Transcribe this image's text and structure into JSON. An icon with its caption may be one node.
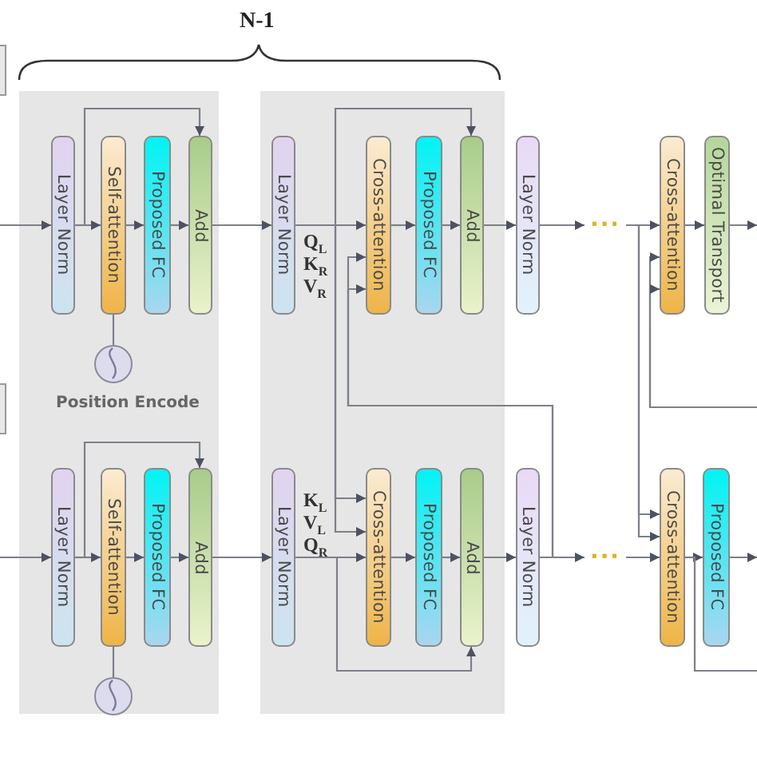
{
  "diagram": {
    "nodes": [
      {
        "text": [],
        "shape": "box"
      },
      {
        "text": [
          "Layer Norm"
        ],
        "in": 0
      },
      {
        "text": [
          "Self-attention"
        ],
        "in": 0
      },
      {
        "text": [
          "Proposed FC"
        ],
        "in": 0
      },
      {
        "text": [
          "Add"
        ],
        "in": 0
      },
      {
        "text": [],
        "shape": "circle",
        "in": 0,
        "beside": [
          "Position Encode"
        ]
      },
      {
        "text": [
          "Layer Norm"
        ],
        "in": 0
      },
      {
        "text": [
          "Self-attention"
        ],
        "in": 0
      },
      {
        "text": [
          "Proposed FC"
        ],
        "in": 0
      },
      {
        "text": [
          "Add"
        ],
        "in": 0
      },
      {
        "text": [],
        "shape": "circle",
        "in": 0
      },
      {
        "text": [],
        "shape": "box"
      },
      {
        "text": [
          "Layer Norm"
        ],
        "in": 11
      },
      {
        "text": [
          "Cross-attention"
        ],
        "in": 11
      },
      {
        "text": [
          "Proposed FC"
        ],
        "in": 11
      },
      {
        "text": [
          "Add"
        ],
        "in": 11
      },
      {
        "text": [
          "Layer Norm"
        ],
        "in": 11
      },
      {
        "text": [
          "Cross-attention"
        ],
        "in": 11
      },
      {
        "text": [
          "Proposed FC"
        ],
        "in": 11
      },
      {
        "text": [
          "Add"
        ],
        "in": 11
      },
      {
        "text": [
          "Layer Norm"
        ]
      },
      {
        "text": [
          "···"
        ]
      },
      {
        "text": [
          "Cross-attention"
        ]
      },
      {
        "text": [
          "Optimal Transport"
        ]
      },
      {
        "text": [
          "Layer Norm"
        ]
      },
      {
        "text": [
          "···"
        ]
      },
      {
        "text": [
          "Cross-attention"
        ]
      },
      {
        "text": [
          "Proposed FC"
        ]
      },
      {
        "text": [],
        "shape": "box"
      },
      {
        "text": [],
        "shape": "box"
      }
    ],
    "edges": [
      {
        "from": null,
        "to": 1,
        "arrow": "to"
      },
      {
        "from": 1,
        "to": 2,
        "arrow": "to"
      },
      {
        "from": 1,
        "to": 4,
        "arrow": "to"
      },
      {
        "from": 2,
        "to": 3,
        "arrow": "to"
      },
      {
        "from": 3,
        "to": 4,
        "arrow": "to"
      },
      {
        "from": 5,
        "to": 2,
        "arrow": "none"
      },
      {
        "from": 4,
        "to": 12,
        "arrow": "to"
      },
      {
        "from": 12,
        "to": 13,
        "arrow": "to",
        "label": "Q$_{L}$"
      },
      {
        "from": 12,
        "to": 15,
        "arrow": "to"
      },
      {
        "from": 24,
        "to": 13,
        "arrow": "to",
        "label": "K$_{R}$"
      },
      {
        "from": 24,
        "to": 13,
        "arrow": "to",
        "label": "V$_{R}$"
      },
      {
        "from": 13,
        "to": 14,
        "arrow": "to"
      },
      {
        "from": 14,
        "to": 15,
        "arrow": "to"
      },
      {
        "from": 15,
        "to": 20,
        "arrow": "to"
      },
      {
        "from": 20,
        "to": 21,
        "arrow": "to"
      },
      {
        "from": 21,
        "to": 22,
        "arrow": "to"
      },
      {
        "from": 21,
        "to": 26,
        "arrow": "to"
      },
      {
        "from": 21,
        "to": 26,
        "arrow": "to"
      },
      {
        "from": null,
        "to": 22,
        "arrow": "to"
      },
      {
        "from": null,
        "to": 22,
        "arrow": "to"
      },
      {
        "from": 22,
        "to": 23,
        "arrow": "to"
      },
      {
        "from": 23,
        "to": null,
        "arrow": "to"
      },
      {
        "from": null,
        "to": 6,
        "arrow": "to"
      },
      {
        "from": 6,
        "to": 7,
        "arrow": "to"
      },
      {
        "from": 6,
        "to": 9,
        "arrow": "to"
      },
      {
        "from": 7,
        "to": 8,
        "arrow": "to"
      },
      {
        "from": 8,
        "to": 9,
        "arrow": "to"
      },
      {
        "from": 10,
        "to": 7,
        "arrow": "none"
      },
      {
        "from": 9,
        "to": 16,
        "arrow": "to"
      },
      {
        "from": 16,
        "to": 17,
        "arrow": "to",
        "label": "Q$_{R}$"
      },
      {
        "from": 16,
        "to": 19,
        "arrow": "to"
      },
      {
        "from": 12,
        "to": 17,
        "arrow": "to",
        "label": "K$_{L}$"
      },
      {
        "from": 12,
        "to": 17,
        "arrow": "to",
        "label": "V$_{L}$"
      },
      {
        "from": 17,
        "to": 18,
        "arrow": "to"
      },
      {
        "from": 18,
        "to": 19,
        "arrow": "to"
      },
      {
        "from": 19,
        "to": 24,
        "arrow": "to"
      },
      {
        "from": 24,
        "to": 25,
        "arrow": "to"
      },
      {
        "from": 25,
        "to": 26,
        "arrow": "to"
      },
      {
        "from": 26,
        "to": 27,
        "arrow": "to"
      },
      {
        "from": 27,
        "to": null,
        "arrow": "to"
      },
      {
        "from": 26,
        "to": null,
        "arrow": "none"
      }
    ],
    "labels": [
      "N-1"
    ]
  }
}
